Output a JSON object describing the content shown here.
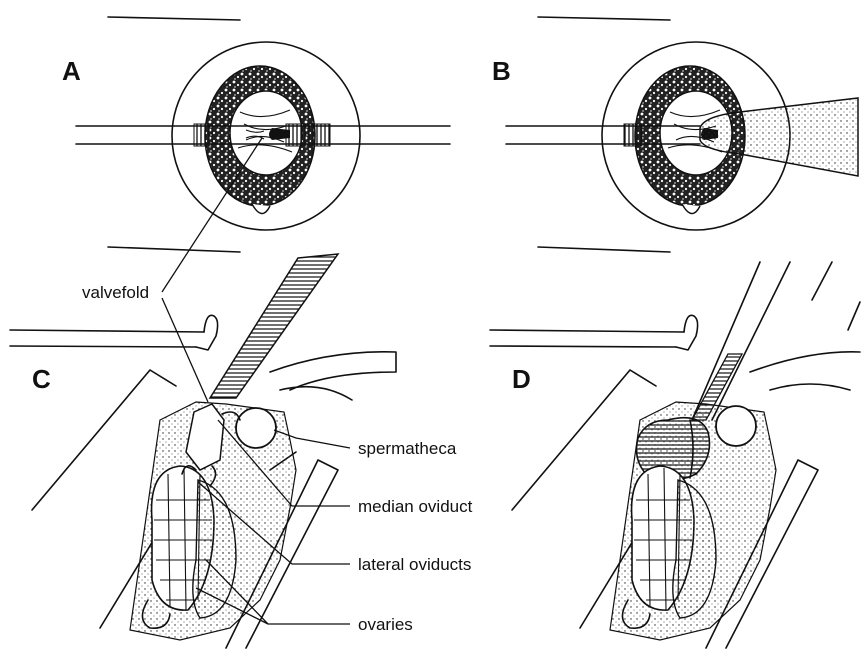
{
  "panels": {
    "a": "A",
    "b": "B",
    "c": "C",
    "d": "D"
  },
  "labels": {
    "valvefold": "valvefold",
    "spermatheca": "spermatheca",
    "median_oviduct": "median oviduct",
    "lateral_oviducts": "lateral oviducts",
    "ovaries": "ovaries"
  }
}
